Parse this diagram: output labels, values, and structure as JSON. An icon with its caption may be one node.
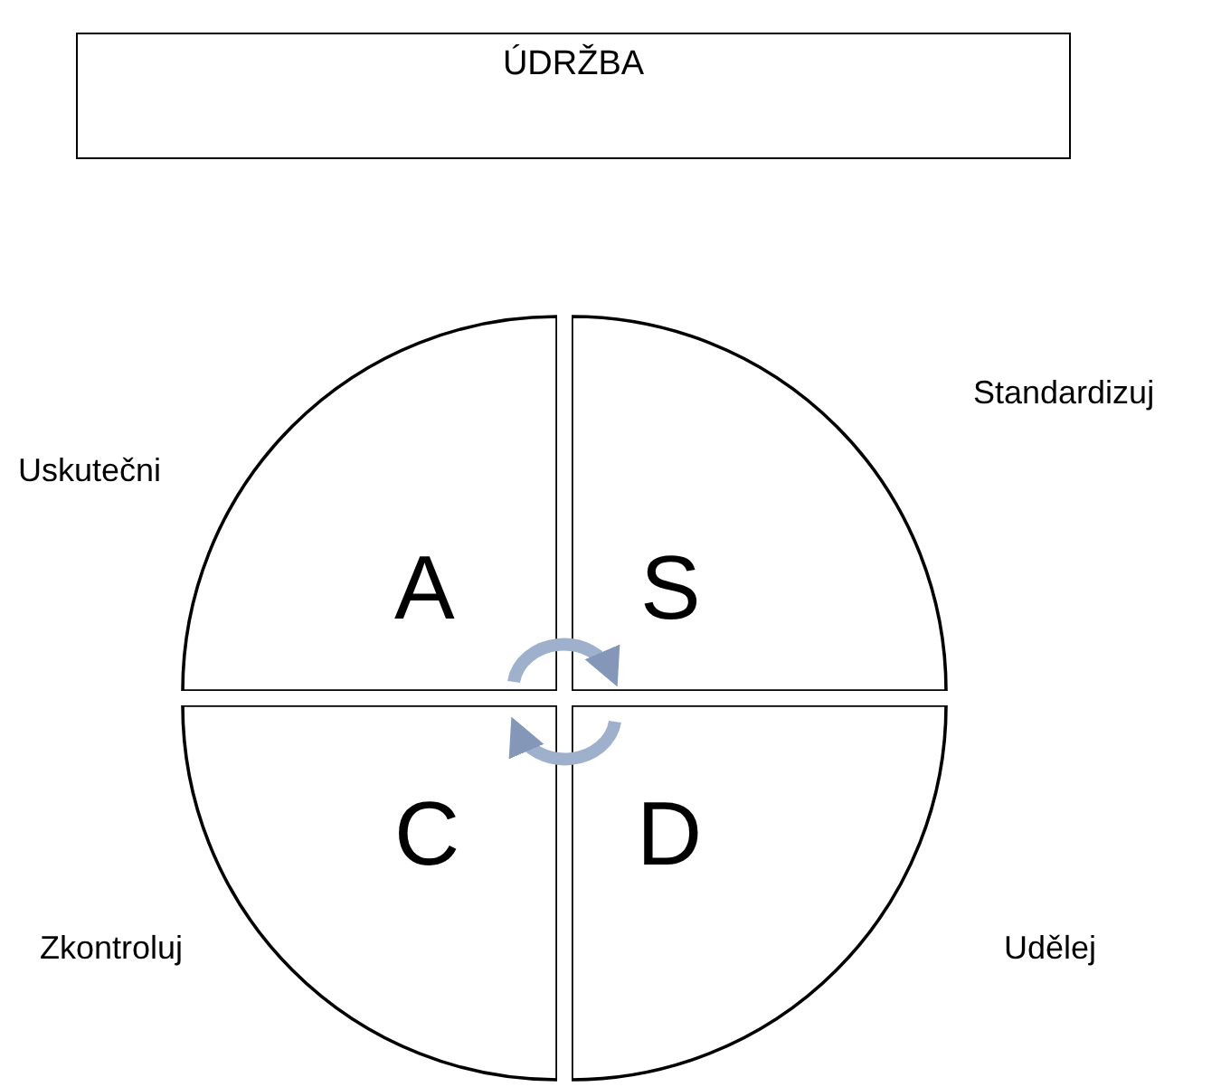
{
  "diagram": {
    "nodes": [
      {
        "text": [
          "ÚDRŽBA"
        ]
      },
      {
        "text": [
          "A"
        ],
        "beside": [
          "Uskutečni"
        ]
      },
      {
        "text": [
          "S"
        ],
        "beside": [
          "Standardizuj"
        ]
      },
      {
        "text": [
          "C"
        ],
        "beside": [
          "Zkontroluj"
        ]
      },
      {
        "text": [
          "D"
        ],
        "beside": [
          "Udělej"
        ]
      }
    ],
    "edges": [
      {
        "from": 1,
        "to": 2,
        "arrow": "to"
      },
      {
        "from": 4,
        "to": 3,
        "arrow": "to"
      }
    ]
  }
}
